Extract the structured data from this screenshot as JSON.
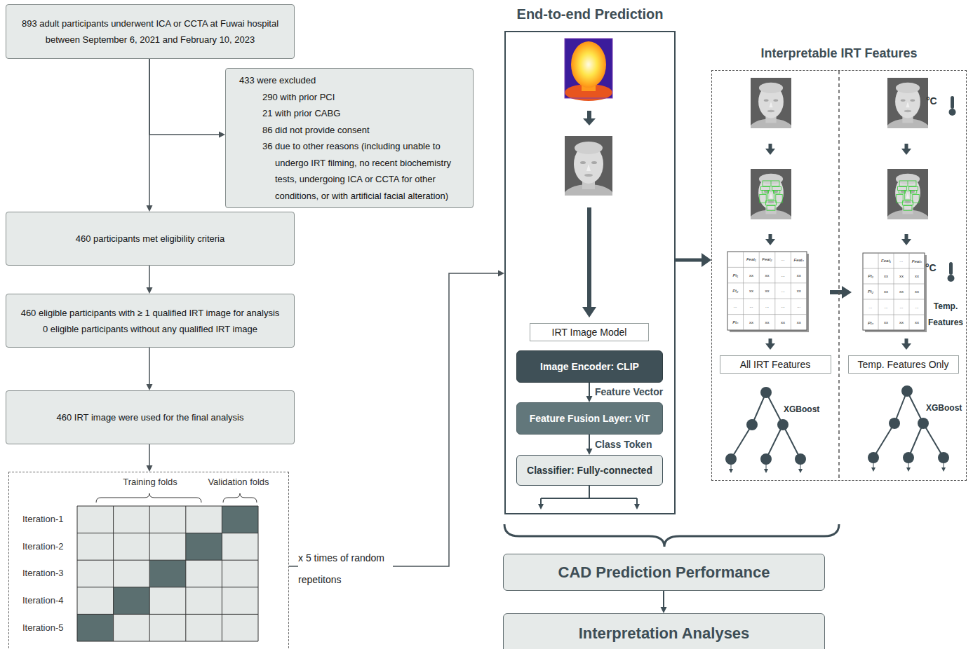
{
  "diagram": {
    "nodes": [
      {
        "text": [
          "893 adult participants underwent ICA or CCTA at Fuwai hospital between September 6, 2021 and February 10, 2023"
        ]
      },
      {
        "text": [
          "433 were excluded",
          "290 with prior PCI",
          "21 with prior CABG",
          "86 did not provide consent",
          "36 due to other reasons (including unable to undergo IRT filming, no recent biochemistry tests, undergoing ICA or CCTA for other conditions, or with artificial facial alteration)"
        ]
      },
      {
        "text": [
          "460 participants met eligibility criteria"
        ]
      },
      {
        "text": [
          "460 eligible participants with ≥ 1 qualified IRT image for analysis",
          "0 eligible participants without any qualified IRT image"
        ]
      },
      {
        "text": [
          "460 IRT image were used for the final analysis"
        ]
      },
      {
        "text": [
          "Training folds",
          "Validation folds",
          "Iteration-1",
          "Iteration-2",
          "Iteration-3",
          "Iteration-4",
          "Iteration-5"
        ]
      },
      {
        "text": [
          "End-to-end Prediction"
        ]
      },
      {
        "text": [
          "IRT Image Model"
        ],
        "in": 6
      },
      {
        "text": [
          "Image Encoder: CLIP"
        ],
        "in": 6
      },
      {
        "text": [
          "Feature Fusion Layer: ViT"
        ],
        "in": 6
      },
      {
        "text": [
          "Classifier: Fully-connected"
        ],
        "in": 6
      },
      {
        "text": [
          "Interpretable IRT Features"
        ]
      },
      {
        "text": [
          "All IRT Features"
        ],
        "in": 11
      },
      {
        "text": [
          "Temp. Features Only"
        ],
        "in": 11
      },
      {
        "text": [
          "CAD Prediction Performance"
        ]
      },
      {
        "text": [
          "Interpretation Analyses"
        ]
      }
    ],
    "edges": [
      {
        "from": 0,
        "to": 2,
        "arrow": "to"
      },
      {
        "from": 0,
        "to": 1,
        "arrow": "to"
      },
      {
        "from": 2,
        "to": 3,
        "arrow": "to"
      },
      {
        "from": 3,
        "to": 4,
        "arrow": "to"
      },
      {
        "from": 4,
        "to": 5,
        "arrow": "to"
      },
      {
        "from": 5,
        "to": 6,
        "label": "x 5 times of random repetitons",
        "arrow": "to"
      },
      {
        "from": 8,
        "to": 9,
        "label": "Feature Vector",
        "arrow": "to"
      },
      {
        "from": 9,
        "to": 10,
        "label": "Class Token",
        "arrow": "to"
      },
      {
        "from": 6,
        "to": 11,
        "arrow": "to"
      },
      {
        "from": 14,
        "to": 15,
        "arrow": "to"
      }
    ],
    "labels": [
      "Feat₁",
      "Feat₂",
      "...",
      "Featₙ",
      "Pt₁",
      "xx",
      "xx",
      "...",
      "xx",
      "Pt₂",
      "xx",
      "xx",
      "...",
      "xx",
      "...",
      "...",
      "...",
      "...",
      "...",
      "Ptₙ",
      "xx",
      "xx",
      "xx",
      "xx",
      "Feat₁",
      "...",
      "Featₙ",
      "Pt₁",
      "xx",
      "xx",
      "xx",
      "Pt₂",
      "xx",
      "xx",
      "xx",
      "...",
      "...",
      "...",
      "...",
      "Ptₙ",
      "xx",
      "xx",
      "xx",
      "°C",
      "°C",
      "Temp. Features",
      "XGBoost",
      "XGBoost"
    ]
  }
}
